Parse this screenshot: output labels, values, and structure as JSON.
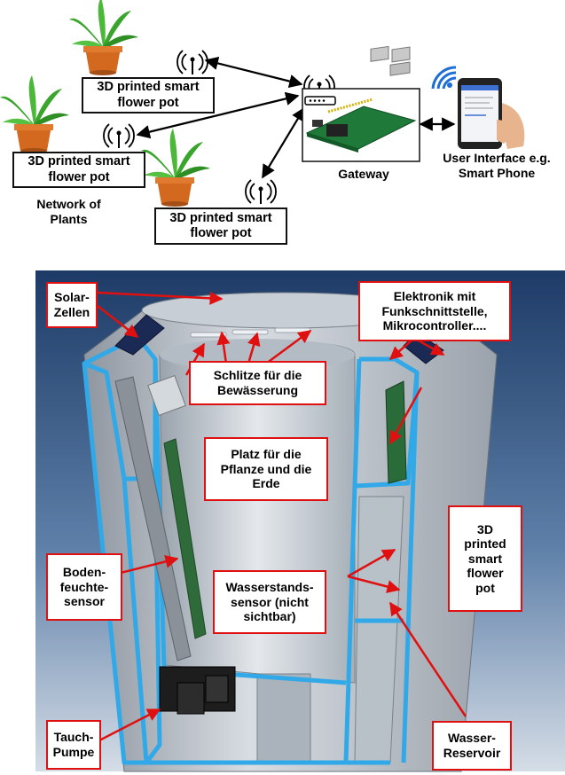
{
  "network": {
    "pot_label": "3D printed smart flower pot",
    "network_label": "Network of Plants",
    "gateway_label": "Gateway",
    "ui_label": "User Interface e.g. Smart Phone"
  },
  "cutaway": {
    "solar": "Solar-Zellen",
    "electronics": "Elektronik mit Funkschnittstelle, Mikrocontroller....",
    "slots": "Schlitze für die Bewässerung",
    "plant_space": "Platz für die Pflanze und die Erde",
    "smart_pot": "3D printed smart flower pot",
    "moisture": "Boden-feuchte-sensor",
    "level": "Wasserstands-sensor (nicht sichtbar)",
    "pump": "Tauch-Pumpe",
    "reservoir": "Wasser-Reservoir"
  },
  "colors": {
    "label_border": "#e01010",
    "arrow": "#e01010",
    "frame_blue": "#31a9e8",
    "background_blue": "#1f3f6a"
  }
}
